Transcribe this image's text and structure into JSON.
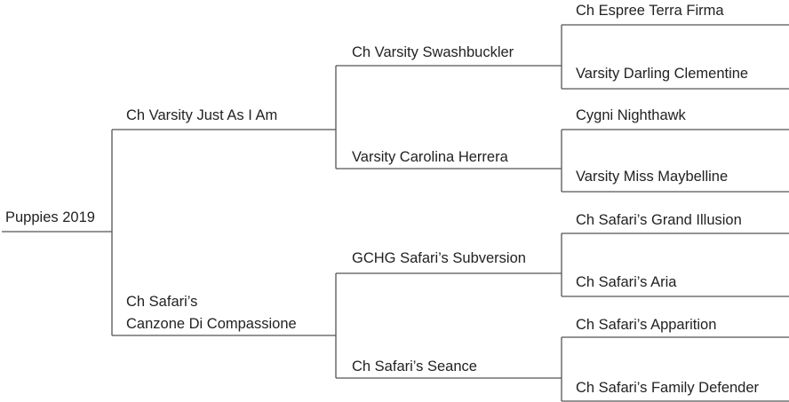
{
  "subject": "Puppies 2019",
  "sire": "Ch Varsity Just As I Am",
  "dam": {
    "line1": "Ch Safari’s",
    "line2": "Canzone Di Compassione"
  },
  "sire_sire": "Ch Varsity Swashbuckler",
  "sire_dam": "Varsity Carolina Herrera",
  "dam_sire": "GCHG Safari’s Subversion",
  "dam_dam": "Ch Safari’s Seance",
  "sss": "Ch Espree Terra Firma",
  "ssd": "Varsity Darling Clementine",
  "sds": "Cygni Nighthawk",
  "sdd": "Varsity Miss Maybelline",
  "dss": "Ch Safari’s Grand Illusion",
  "dsd": "Ch Safari’s Aria",
  "dds": "Ch Safari’s Apparition",
  "ddd": "Ch Safari’s Family Defender"
}
